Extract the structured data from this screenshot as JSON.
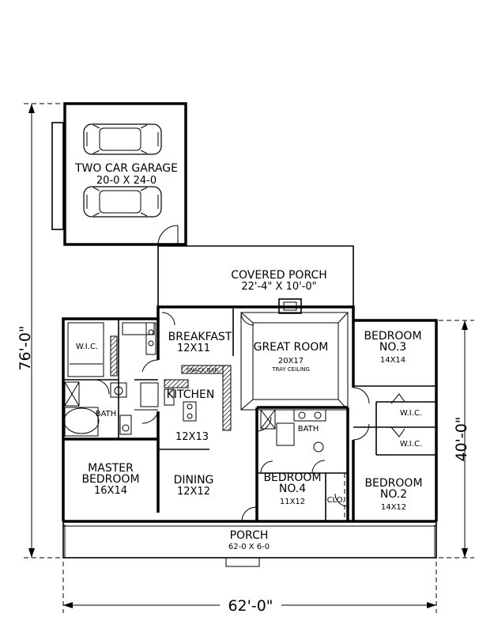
{
  "rooms": {
    "garage": {
      "name": "TWO CAR GARAGE",
      "size": "20-0  X  24-0"
    },
    "covered_porch": {
      "name": "COVERED PORCH",
      "size": "22'-4\"  X  10'-0\""
    },
    "breakfast": {
      "name": "BREAKFAST",
      "size": "12X11"
    },
    "great_room": {
      "name": "GREAT ROOM",
      "size": "20X17",
      "note": "TRAY CEILING"
    },
    "bedroom3": {
      "name_line1": "BEDROOM",
      "name_line2": "NO.3",
      "size": "14X14"
    },
    "wic_master": {
      "name": "W.I.C."
    },
    "snack_bar": {
      "name": "SNACK BAR"
    },
    "kitchen": {
      "name": "KITCHEN",
      "size": "12X13"
    },
    "bath_master": {
      "name": "BATH"
    },
    "bath_hall": {
      "name": "BATH"
    },
    "wic_bed3": {
      "name": "W.I.C."
    },
    "wic_bed2": {
      "name": "W.I.C."
    },
    "master": {
      "name_line1": "MASTER",
      "name_line2": "BEDROOM",
      "size": "16X14"
    },
    "dining": {
      "name": "DINING",
      "size": "12X12"
    },
    "bedroom4": {
      "name_line1": "BEDROOM",
      "name_line2": "NO.4",
      "size": "11X12"
    },
    "clo": {
      "name": "CLO."
    },
    "bedroom2": {
      "name_line1": "BEDROOM",
      "name_line2": "NO.2",
      "size": "14X12"
    },
    "porch": {
      "name": "PORCH",
      "size": "62-0  X  6-0"
    }
  },
  "dimensions": {
    "overall_depth": "76'-0\"",
    "house_depth": "40'-0\"",
    "overall_width": "62'-0\""
  }
}
